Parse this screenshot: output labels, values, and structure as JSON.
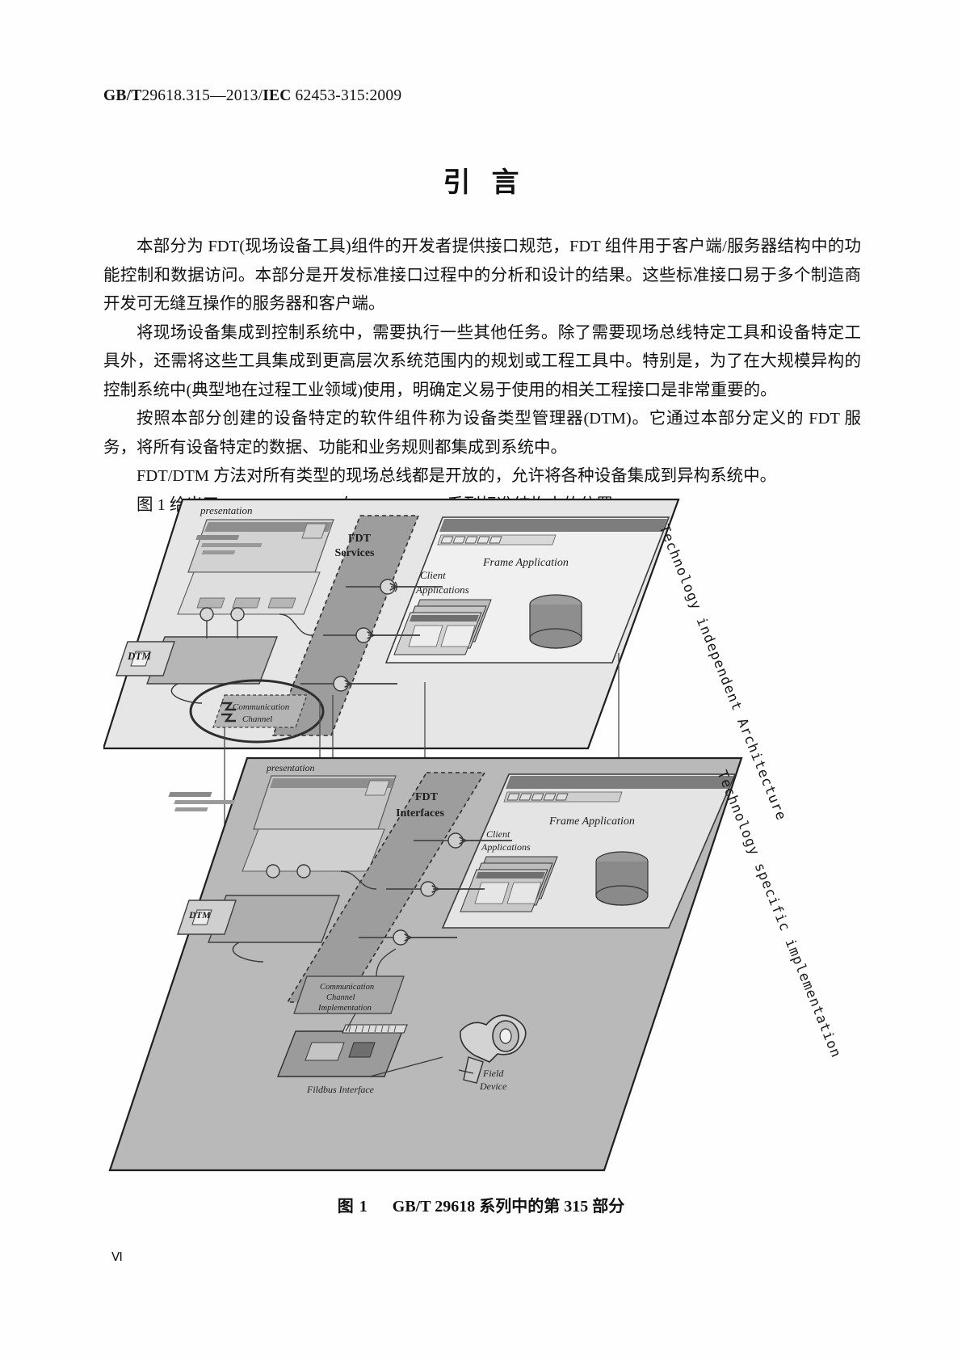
{
  "header": {
    "standard_bold_1": "GB/T",
    "standard_num": "29618.315—2013/",
    "standard_bold_2": "IEC",
    "standard_num_2": " 62453-315:2009",
    "full": "GB/T 29618.315—2013/IEC 62453-315:2009"
  },
  "title": "引言",
  "paragraphs": [
    "本部分为 FDT(现场设备工具)组件的开发者提供接口规范，FDT 组件用于客户端/服务器结构中的功能控制和数据访问。本部分是开发标准接口过程中的分析和设计的结果。这些标准接口易于多个制造商开发可无缝互操作的服务器和客户端。",
    "将现场设备集成到控制系统中，需要执行一些其他任务。除了需要现场总线特定工具和设备特定工具外，还需将这些工具集成到更高层次系统范围内的规划或工程工具中。特别是，为了在大规模异构的控制系统中(典型地在过程工业领域)使用，明确定义易于使用的相关工程接口是非常重要的。",
    "按照本部分创建的设备特定的软件组件称为设备类型管理器(DTM)。它通过本部分定义的 FDT 服务，将所有设备特定的数据、功能和业务规则都集成到系统中。",
    "FDT/DTM 方法对所有类型的现场总线都是开放的，允许将各种设备集成到异构系统中。",
    "图 1 给出了 GB/T 29618.315 在 GB/T 29618 系列标准结构中的位置。"
  ],
  "figure": {
    "caption_label": "图 1",
    "caption_text": "GB/T 29618 系列中的第 315 部分",
    "upper_plane": {
      "side_label": "Technology independent Architecture",
      "presentation_label": "presentation",
      "fdt_block": "FDT\nServices",
      "fdt_block_line1": "FDT",
      "fdt_block_line2": "Services",
      "frame_application": "Frame Application",
      "client_applications_line1": "Client",
      "client_applications_line2": "Applications",
      "dtm_label": "DTM",
      "comm_channel_line1": "Communication",
      "comm_channel_line2": "Channel"
    },
    "lower_plane": {
      "side_label": "Technology specific implementation",
      "presentation_label": "presentation",
      "fdt_block_line1": "FDT",
      "fdt_block_line2": "Interfaces",
      "frame_application": "Frame Application",
      "client_applications_line1": "Client",
      "client_applications_line2": "Applications",
      "dtm_label": "DTM",
      "comm_channel_line1": "Communication",
      "comm_channel_line2": "Channel",
      "comm_channel_line3": "Implementation",
      "fieldbus_interface": "Fildbus Interface",
      "field_device_line1": "Field",
      "field_device_line2": "Device"
    }
  },
  "folio": "Ⅵ",
  "colors": {
    "page_bg": "#fefefe",
    "text": "#111111",
    "plane_upper_fill": "#e3e3e3",
    "plane_lower_fill": "#b9b9b9",
    "fdt_band_fill": "#9a9a9a",
    "block_fill": "#c9c9c9",
    "window_fill": "#efefef",
    "stroke": "#4a4a4a"
  }
}
